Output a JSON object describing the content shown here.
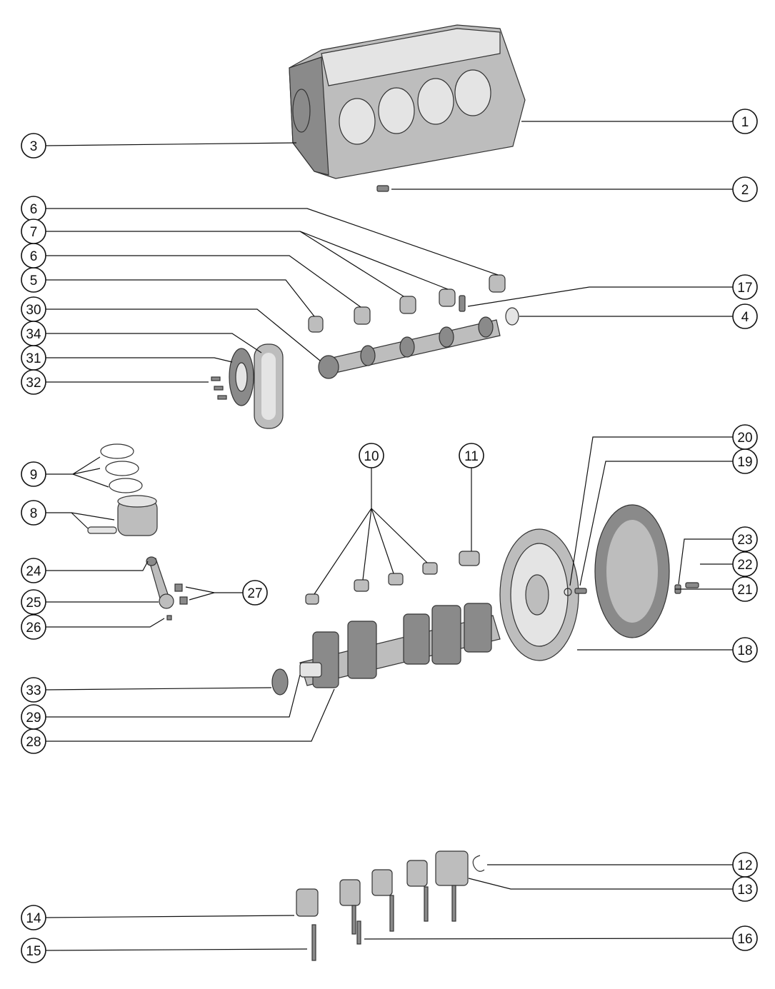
{
  "diagram": {
    "callouts": [
      {
        "id": "c1",
        "label": "1"
      },
      {
        "id": "c2",
        "label": "2"
      },
      {
        "id": "c3",
        "label": "3"
      },
      {
        "id": "c4",
        "label": "4"
      },
      {
        "id": "c5",
        "label": "5"
      },
      {
        "id": "c6a",
        "label": "6"
      },
      {
        "id": "c6b",
        "label": "6"
      },
      {
        "id": "c7",
        "label": "7"
      },
      {
        "id": "c8",
        "label": "8"
      },
      {
        "id": "c9",
        "label": "9"
      },
      {
        "id": "c10",
        "label": "10"
      },
      {
        "id": "c11",
        "label": "11"
      },
      {
        "id": "c12",
        "label": "12"
      },
      {
        "id": "c13",
        "label": "13"
      },
      {
        "id": "c14",
        "label": "14"
      },
      {
        "id": "c15",
        "label": "15"
      },
      {
        "id": "c16",
        "label": "16"
      },
      {
        "id": "c17",
        "label": "17"
      },
      {
        "id": "c18",
        "label": "18"
      },
      {
        "id": "c19",
        "label": "19"
      },
      {
        "id": "c20",
        "label": "20"
      },
      {
        "id": "c21",
        "label": "21"
      },
      {
        "id": "c22",
        "label": "22"
      },
      {
        "id": "c23",
        "label": "23"
      },
      {
        "id": "c24",
        "label": "24"
      },
      {
        "id": "c25",
        "label": "25"
      },
      {
        "id": "c26",
        "label": "26"
      },
      {
        "id": "c27",
        "label": "27"
      },
      {
        "id": "c28",
        "label": "28"
      },
      {
        "id": "c29",
        "label": "29"
      },
      {
        "id": "c30",
        "label": "30"
      },
      {
        "id": "c31",
        "label": "31"
      },
      {
        "id": "c32",
        "label": "32"
      },
      {
        "id": "c33",
        "label": "33"
      },
      {
        "id": "c34",
        "label": "34"
      }
    ]
  }
}
